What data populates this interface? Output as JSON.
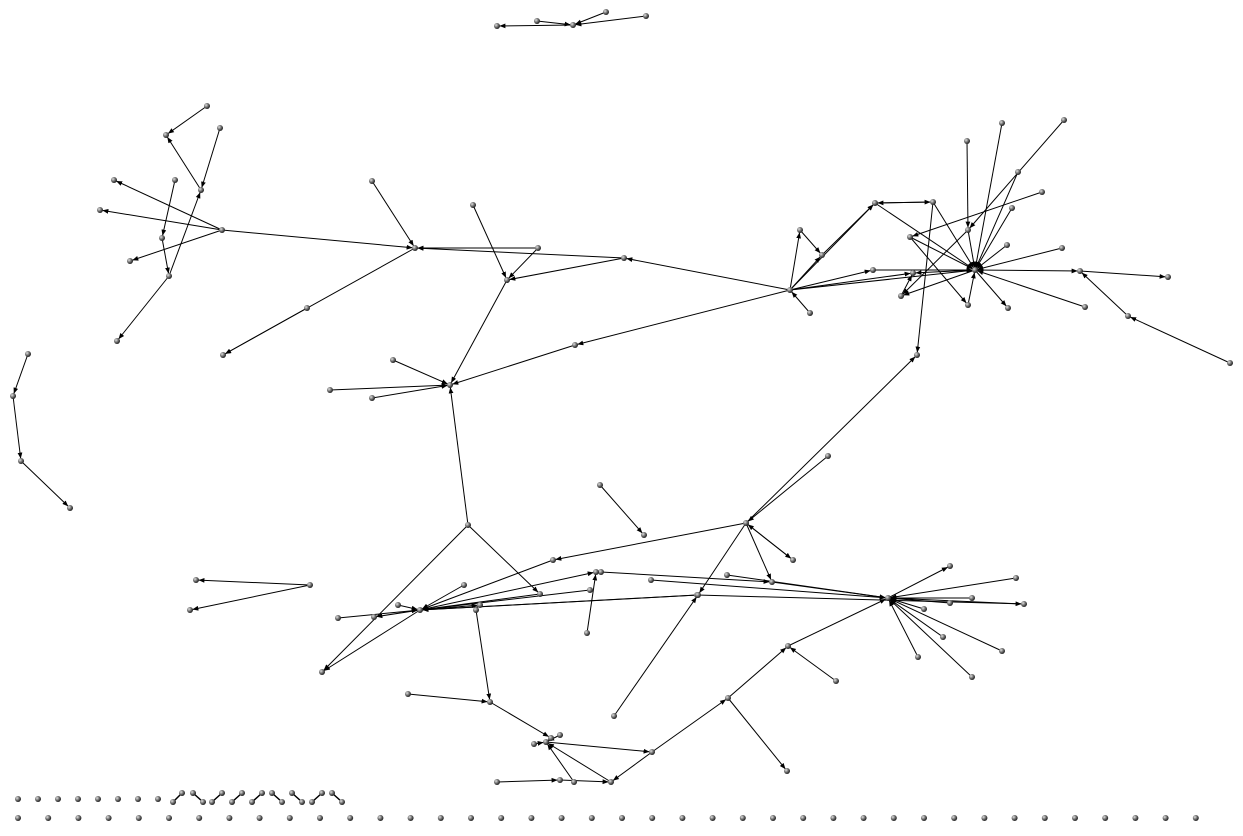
{
  "graph": {
    "type": "directed-network",
    "edges": [
      [
        "n2",
        "n0"
      ],
      [
        "n1",
        "n2"
      ],
      [
        "n3",
        "n2"
      ],
      [
        "n4",
        "n2"
      ],
      [
        "g1",
        "g2"
      ],
      [
        "g4",
        "g2"
      ],
      [
        "g3",
        "g4"
      ],
      [
        "g8",
        "g5"
      ],
      [
        "g8",
        "g7"
      ],
      [
        "g6",
        "g9"
      ],
      [
        "g9",
        "g11"
      ],
      [
        "g11",
        "g4"
      ],
      [
        "g8",
        "g10"
      ],
      [
        "g11",
        "g12"
      ],
      [
        "g8",
        "m0"
      ],
      [
        "m3",
        "m0"
      ],
      [
        "m1",
        "m0"
      ],
      [
        "m2",
        "m0"
      ],
      [
        "m4",
        "m5"
      ],
      [
        "m3",
        "m5"
      ],
      [
        "m2",
        "m5"
      ],
      [
        "m5",
        "m9"
      ],
      [
        "m8",
        "m9"
      ],
      [
        "m10",
        "m9"
      ],
      [
        "m11",
        "m9"
      ],
      [
        "m12",
        "m9"
      ],
      [
        "m13",
        "m9"
      ],
      [
        "m0",
        "m7"
      ],
      [
        "m6",
        "m7"
      ],
      [
        "r0",
        "m3"
      ],
      [
        "r0",
        "m8"
      ],
      [
        "r0",
        "r1"
      ],
      [
        "r1",
        "r3"
      ],
      [
        "r2",
        "r0"
      ],
      [
        "r0",
        "r3"
      ],
      [
        "r0",
        "r15"
      ],
      [
        "r0",
        "r16"
      ],
      [
        "r0",
        "r4"
      ],
      [
        "r0",
        "r18"
      ],
      [
        "r3",
        "r4"
      ],
      [
        "r4",
        "r5"
      ],
      [
        "r5",
        "r4"
      ],
      [
        "r4",
        "r15"
      ],
      [
        "r5",
        "r15"
      ],
      [
        "r7",
        "r15"
      ],
      [
        "r6",
        "r15"
      ],
      [
        "r8",
        "r6"
      ],
      [
        "r9",
        "r15"
      ],
      [
        "r10",
        "r15"
      ],
      [
        "r11",
        "r6"
      ],
      [
        "r12",
        "r7"
      ],
      [
        "r13",
        "r15"
      ],
      [
        "r7",
        "r19"
      ],
      [
        "r14",
        "r15"
      ],
      [
        "r15",
        "r16"
      ],
      [
        "r15",
        "r20"
      ],
      [
        "r18",
        "r15"
      ],
      [
        "r19",
        "r15"
      ],
      [
        "r15",
        "r21"
      ],
      [
        "r21",
        "r22"
      ],
      [
        "r23",
        "r21"
      ],
      [
        "r24",
        "r25"
      ],
      [
        "r26",
        "r15"
      ],
      [
        "r5",
        "r27"
      ],
      [
        "r15",
        "r17"
      ],
      [
        "r17",
        "r16"
      ],
      [
        "r6",
        "r17"
      ],
      [
        "r28",
        "r15"
      ],
      [
        "l0",
        "l1"
      ],
      [
        "l1",
        "l2"
      ],
      [
        "l2",
        "l3"
      ],
      [
        "b0",
        "b1"
      ],
      [
        "b1",
        "r27"
      ],
      [
        "b2",
        "b3"
      ],
      [
        "b1",
        "b4"
      ],
      [
        "b4",
        "b5"
      ],
      [
        "b5",
        "b6"
      ],
      [
        "b6",
        "b9"
      ],
      [
        "b7",
        "b6"
      ],
      [
        "b8",
        "b9"
      ],
      [
        "b9",
        "b10"
      ],
      [
        "b11",
        "b9"
      ],
      [
        "b12",
        "b9"
      ],
      [
        "b13",
        "b9"
      ],
      [
        "b14",
        "b9"
      ],
      [
        "b15",
        "b9"
      ],
      [
        "b16",
        "b9"
      ],
      [
        "b17",
        "b9"
      ],
      [
        "b18",
        "b9"
      ],
      [
        "b19",
        "b9"
      ],
      [
        "b20",
        "b9"
      ],
      [
        "b21",
        "b22"
      ],
      [
        "b21",
        "b23"
      ],
      [
        "b24",
        "b26"
      ],
      [
        "b25",
        "b26"
      ],
      [
        "b26",
        "b27"
      ],
      [
        "b26",
        "b28"
      ],
      [
        "b29",
        "b26"
      ],
      [
        "b30",
        "b26"
      ],
      [
        "b26",
        "b31"
      ],
      [
        "b32",
        "b26"
      ],
      [
        "b33",
        "b26"
      ],
      [
        "b34",
        "b26"
      ],
      [
        "b26",
        "b35"
      ],
      [
        "b36",
        "b37"
      ],
      [
        "b37",
        "b38"
      ],
      [
        "b38",
        "b42"
      ],
      [
        "b39",
        "b40"
      ],
      [
        "b40",
        "b41"
      ],
      [
        "b41",
        "b42"
      ],
      [
        "b42",
        "b43"
      ],
      [
        "b44",
        "b42"
      ],
      [
        "b45",
        "b42"
      ],
      [
        "b46",
        "b42"
      ],
      [
        "b43",
        "b47"
      ],
      [
        "b47",
        "b48"
      ],
      [
        "b49",
        "b48"
      ],
      [
        "b48",
        "b50"
      ],
      [
        "b50",
        "b9"
      ],
      [
        "b47",
        "b51"
      ],
      [
        "b52",
        "b37"
      ],
      [
        "b53",
        "b26"
      ],
      [
        "b5",
        "b53"
      ],
      [
        "b54",
        "b53"
      ],
      [
        "b55",
        "b31"
      ],
      [
        "m13",
        "b56"
      ],
      [
        "b56",
        "b27"
      ],
      [
        "b56",
        "b34"
      ],
      [
        "b5",
        "b30"
      ],
      [
        "b32",
        "b12"
      ],
      [
        "b57",
        "b41"
      ]
    ],
    "isolated_node_count": 8,
    "pair_edge_count": 9,
    "bottom_row_node_count": 40
  },
  "colors": {
    "node": "#555555",
    "edge": "#000000",
    "background": "#ffffff"
  }
}
